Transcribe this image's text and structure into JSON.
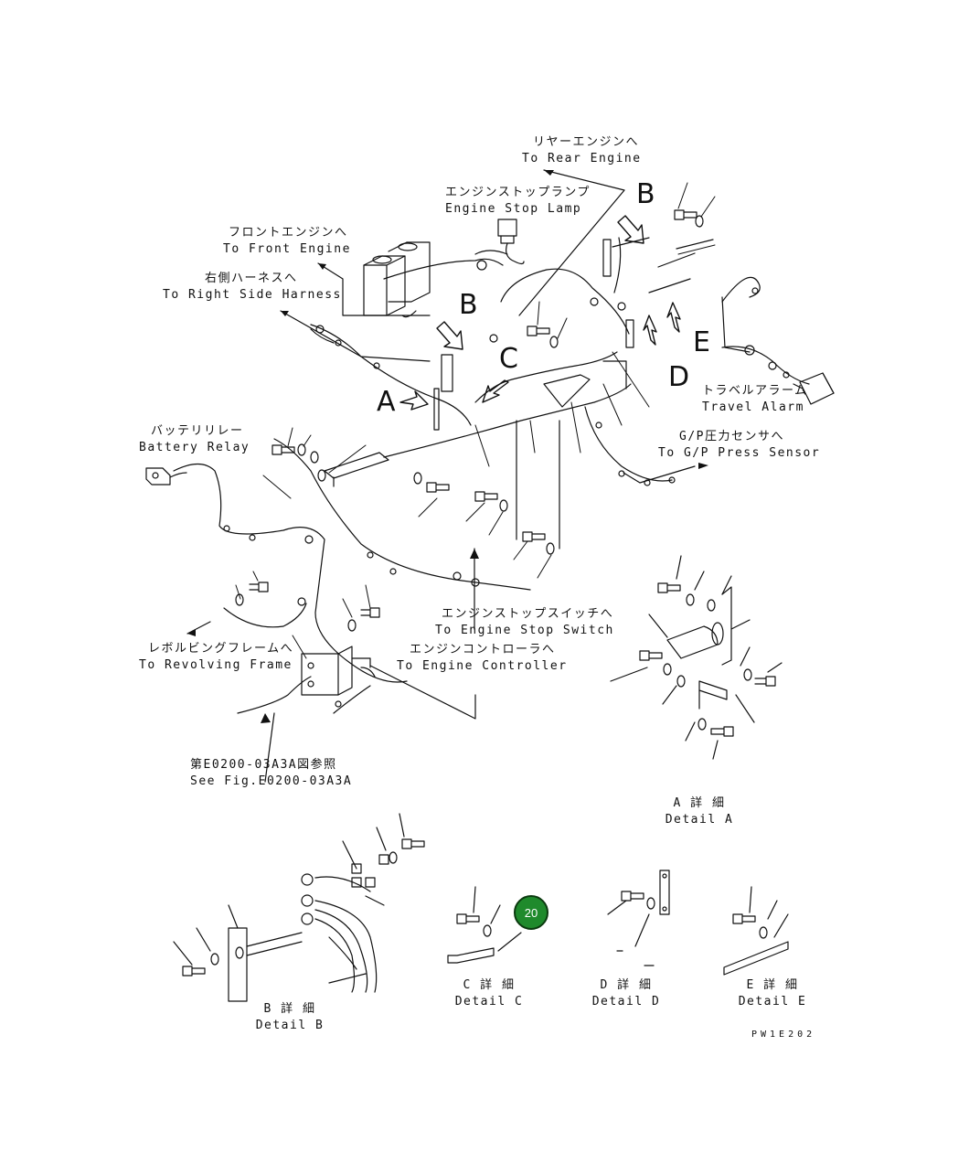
{
  "labels": {
    "rear_engine_jp": "リヤーエンジンへ",
    "rear_engine_en": "To Rear Engine",
    "stop_lamp_jp": "エンジンストップランプ",
    "stop_lamp_en": "Engine Stop Lamp",
    "front_engine_jp": "フロントエンジンへ",
    "front_engine_en": "To Front Engine",
    "right_harness_jp": "右側ハーネスへ",
    "right_harness_en": "To Right Side Harness",
    "battery_relay_jp": "バッテリリレー",
    "battery_relay_en": "Battery Relay",
    "travel_alarm_jp": "トラベルアラーム",
    "travel_alarm_en": "Travel Alarm",
    "gp_sensor_jp": "G/P圧力センサへ",
    "gp_sensor_en": "To G/P Press Sensor",
    "stop_switch_jp": "エンジンストップスイッチへ",
    "stop_switch_en": "To Engine Stop Switch",
    "revolving_frame_jp": "レボルビングフレームへ",
    "revolving_frame_en": "To Revolving Frame",
    "engine_controller_jp": "エンジンコントローラへ",
    "engine_controller_en": "To Engine Controller",
    "see_fig_jp": "第E0200-03A3A図参照",
    "see_fig_en": "See Fig.E0200-03A3A"
  },
  "detail_letters": {
    "a": "A",
    "b_top": "B",
    "b_mid": "B",
    "c": "C",
    "d": "D",
    "e": "E"
  },
  "details": {
    "a_jp": "A 詳 細",
    "a_en": "Detail A",
    "b_jp": "B 詳 細",
    "b_en": "Detail B",
    "c_jp": "C 詳 細",
    "c_en": "Detail C",
    "d_jp": "D 詳 細",
    "d_en": "Detail D",
    "e_jp": "E 詳 細",
    "e_en": "Detail E"
  },
  "callout": {
    "number": "20",
    "color": "#1f8a2c"
  },
  "drawing_code": "PW1E202"
}
